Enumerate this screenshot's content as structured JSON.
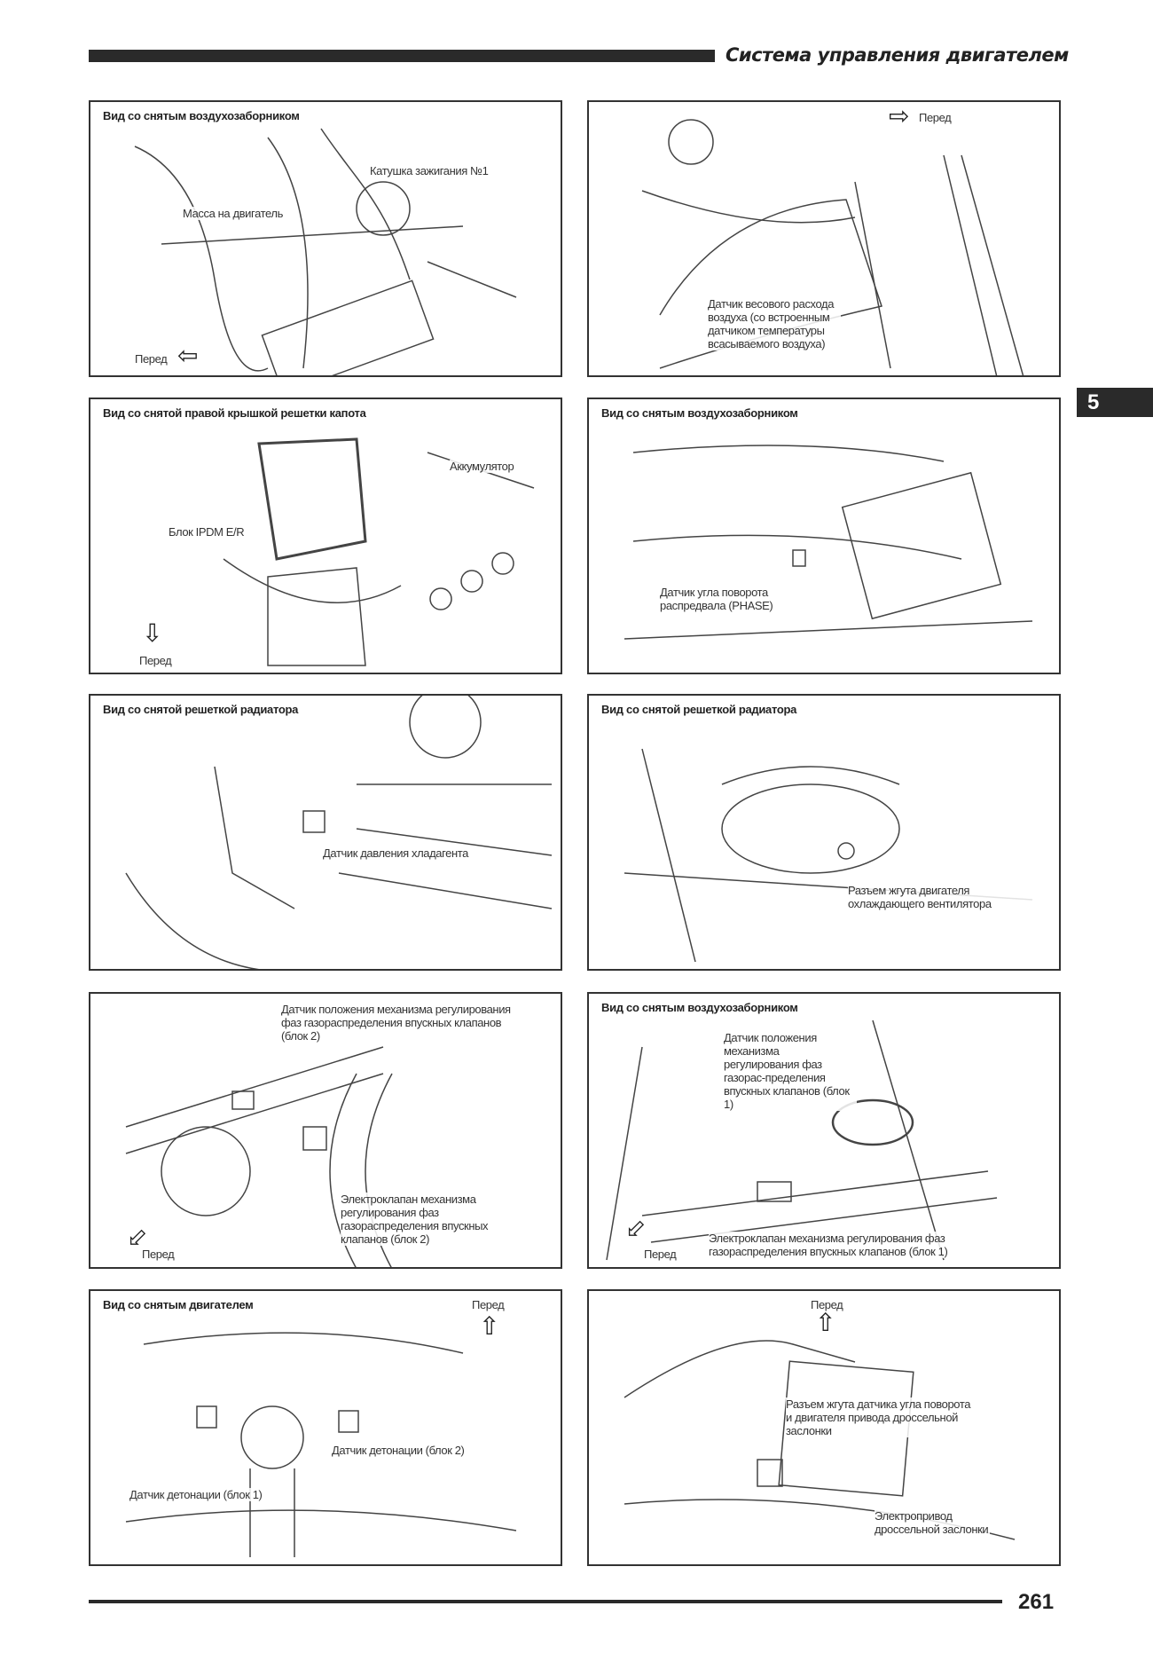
{
  "header": {
    "title": "Система управления двигателем"
  },
  "chapter_tab": "5",
  "page_number": "261",
  "panels": [
    {
      "title": "Вид со снятым воздухозаборником",
      "labels": [
        "Катушка зажигания №1",
        "Масса на двигатель"
      ],
      "front": "Перед"
    },
    {
      "title": "",
      "labels": [
        "Датчик весового расхода воздуха (со встроенным датчиком температуры всасываемого воздуха)"
      ],
      "front": "Перед"
    },
    {
      "title": "Вид со снятой правой крышкой решетки капота",
      "labels": [
        "Аккумулятор",
        "Блок IPDM E/R"
      ],
      "front": "Перед"
    },
    {
      "title": "Вид со снятым воздухозаборником",
      "labels": [
        "Датчик угла поворота распредвала (PHASE)"
      ],
      "front": ""
    },
    {
      "title": "Вид со снятой решеткой радиатора",
      "labels": [
        "Датчик давления хладагента"
      ],
      "front": ""
    },
    {
      "title": "Вид со снятой решеткой радиатора",
      "labels": [
        "Разъем жгута двигателя охлаждающего вентилятора"
      ],
      "front": ""
    },
    {
      "title": "",
      "labels": [
        "Датчик положения механизма регулирования фаз газораспределения впускных клапанов (блок 2)",
        "Электроклапан механизма регулирования фаз газораспределения впускных клапанов (блок 2)"
      ],
      "front": "Перед"
    },
    {
      "title": "Вид со снятым воздухозаборником",
      "labels": [
        "Датчик положения механизма регулирования фаз газорас-пределения впускных клапанов (блок 1)",
        "Электроклапан механизма регулирования фаз газораспределения впускных клапанов (блок 1)"
      ],
      "front": "Перед"
    },
    {
      "title": "Вид со снятым двигателем",
      "labels": [
        "Датчик детонации (блок 2)",
        "Датчик детонации (блок 1)"
      ],
      "front": "Перед"
    },
    {
      "title": "",
      "labels": [
        "Разъем жгута датчика угла поворота и двигателя привода дроссельной заслонки",
        "Электропривод дроссельной заслонки"
      ],
      "front": "Перед"
    }
  ]
}
